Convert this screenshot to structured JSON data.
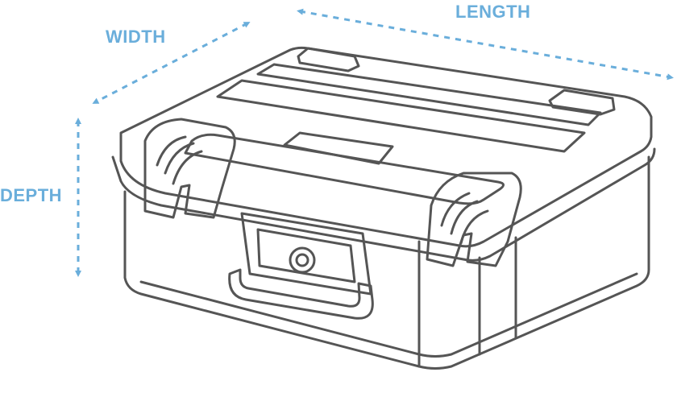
{
  "labels": {
    "length": "LENGTH",
    "width": "WIDTH",
    "depth": "DEPTH"
  },
  "colors": {
    "dimension_accent": "#6aaedb",
    "outline": "#555555",
    "background": "#ffffff"
  }
}
